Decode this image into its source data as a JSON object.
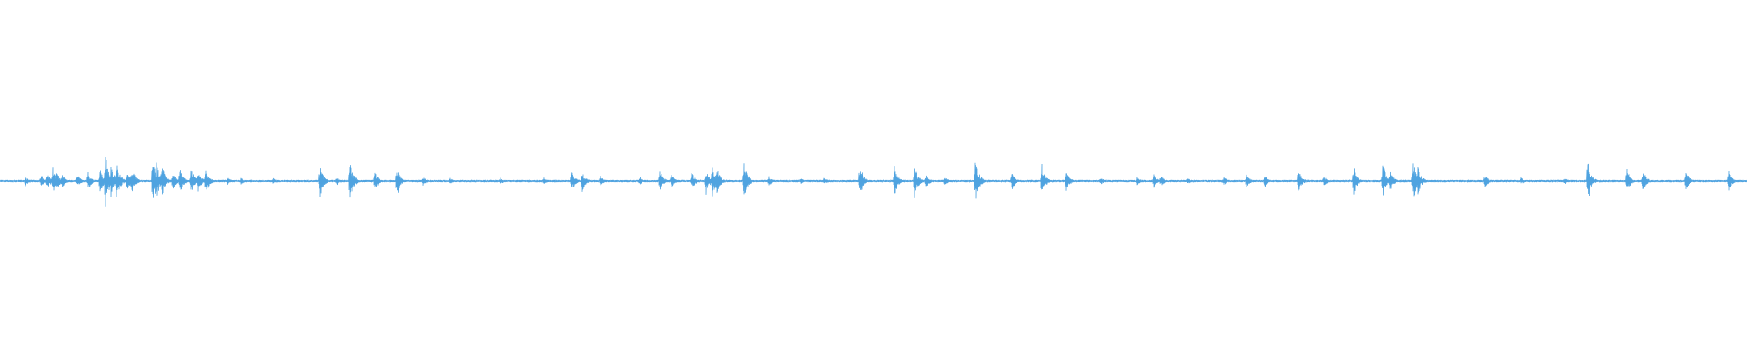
{
  "waveform": {
    "color": "#4fa3e0",
    "background": "#ffffff",
    "duration_units": 1920,
    "baseline_level": 0,
    "amplitude_scale": 1,
    "bursts": [
      {
        "t": 28,
        "a": 0.06
      },
      {
        "t": 45,
        "a": 0.08
      },
      {
        "t": 52,
        "a": 0.1
      },
      {
        "t": 58,
        "a": 0.15
      },
      {
        "t": 62,
        "a": 0.12
      },
      {
        "t": 68,
        "a": 0.09
      },
      {
        "t": 85,
        "a": 0.08
      },
      {
        "t": 97,
        "a": 0.1
      },
      {
        "t": 110,
        "a": 0.14
      },
      {
        "t": 116,
        "a": 0.32
      },
      {
        "t": 122,
        "a": 0.18
      },
      {
        "t": 128,
        "a": 0.25
      },
      {
        "t": 140,
        "a": 0.12
      },
      {
        "t": 145,
        "a": 0.18
      },
      {
        "t": 168,
        "a": 0.28
      },
      {
        "t": 172,
        "a": 0.22
      },
      {
        "t": 178,
        "a": 0.2
      },
      {
        "t": 190,
        "a": 0.1
      },
      {
        "t": 198,
        "a": 0.14
      },
      {
        "t": 210,
        "a": 0.16
      },
      {
        "t": 218,
        "a": 0.12
      },
      {
        "t": 226,
        "a": 0.18
      },
      {
        "t": 250,
        "a": 0.05
      },
      {
        "t": 265,
        "a": 0.04
      },
      {
        "t": 300,
        "a": 0.04
      },
      {
        "t": 352,
        "a": 0.18
      },
      {
        "t": 370,
        "a": 0.05
      },
      {
        "t": 385,
        "a": 0.22
      },
      {
        "t": 412,
        "a": 0.12
      },
      {
        "t": 436,
        "a": 0.2
      },
      {
        "t": 465,
        "a": 0.05
      },
      {
        "t": 495,
        "a": 0.04
      },
      {
        "t": 550,
        "a": 0.04
      },
      {
        "t": 598,
        "a": 0.04
      },
      {
        "t": 628,
        "a": 0.14
      },
      {
        "t": 640,
        "a": 0.12
      },
      {
        "t": 660,
        "a": 0.06
      },
      {
        "t": 703,
        "a": 0.05
      },
      {
        "t": 725,
        "a": 0.14
      },
      {
        "t": 738,
        "a": 0.08
      },
      {
        "t": 760,
        "a": 0.12
      },
      {
        "t": 776,
        "a": 0.15
      },
      {
        "t": 783,
        "a": 0.18
      },
      {
        "t": 788,
        "a": 0.16
      },
      {
        "t": 818,
        "a": 0.22
      },
      {
        "t": 845,
        "a": 0.06
      },
      {
        "t": 880,
        "a": 0.04
      },
      {
        "t": 906,
        "a": 0.04
      },
      {
        "t": 945,
        "a": 0.2
      },
      {
        "t": 983,
        "a": 0.18
      },
      {
        "t": 1005,
        "a": 0.2
      },
      {
        "t": 1018,
        "a": 0.08
      },
      {
        "t": 1038,
        "a": 0.06
      },
      {
        "t": 1072,
        "a": 0.28
      },
      {
        "t": 1112,
        "a": 0.12
      },
      {
        "t": 1145,
        "a": 0.2
      },
      {
        "t": 1172,
        "a": 0.12
      },
      {
        "t": 1210,
        "a": 0.04
      },
      {
        "t": 1250,
        "a": 0.05
      },
      {
        "t": 1268,
        "a": 0.08
      },
      {
        "t": 1276,
        "a": 0.06
      },
      {
        "t": 1305,
        "a": 0.04
      },
      {
        "t": 1345,
        "a": 0.05
      },
      {
        "t": 1370,
        "a": 0.08
      },
      {
        "t": 1390,
        "a": 0.08
      },
      {
        "t": 1427,
        "a": 0.14
      },
      {
        "t": 1455,
        "a": 0.06
      },
      {
        "t": 1488,
        "a": 0.16
      },
      {
        "t": 1520,
        "a": 0.18
      },
      {
        "t": 1528,
        "a": 0.12
      },
      {
        "t": 1553,
        "a": 0.26
      },
      {
        "t": 1558,
        "a": 0.2
      },
      {
        "t": 1632,
        "a": 0.08
      },
      {
        "t": 1672,
        "a": 0.04
      },
      {
        "t": 1720,
        "a": 0.04
      },
      {
        "t": 1745,
        "a": 0.25
      },
      {
        "t": 1788,
        "a": 0.14
      },
      {
        "t": 1806,
        "a": 0.12
      },
      {
        "t": 1853,
        "a": 0.12
      },
      {
        "t": 1900,
        "a": 0.12
      }
    ]
  }
}
